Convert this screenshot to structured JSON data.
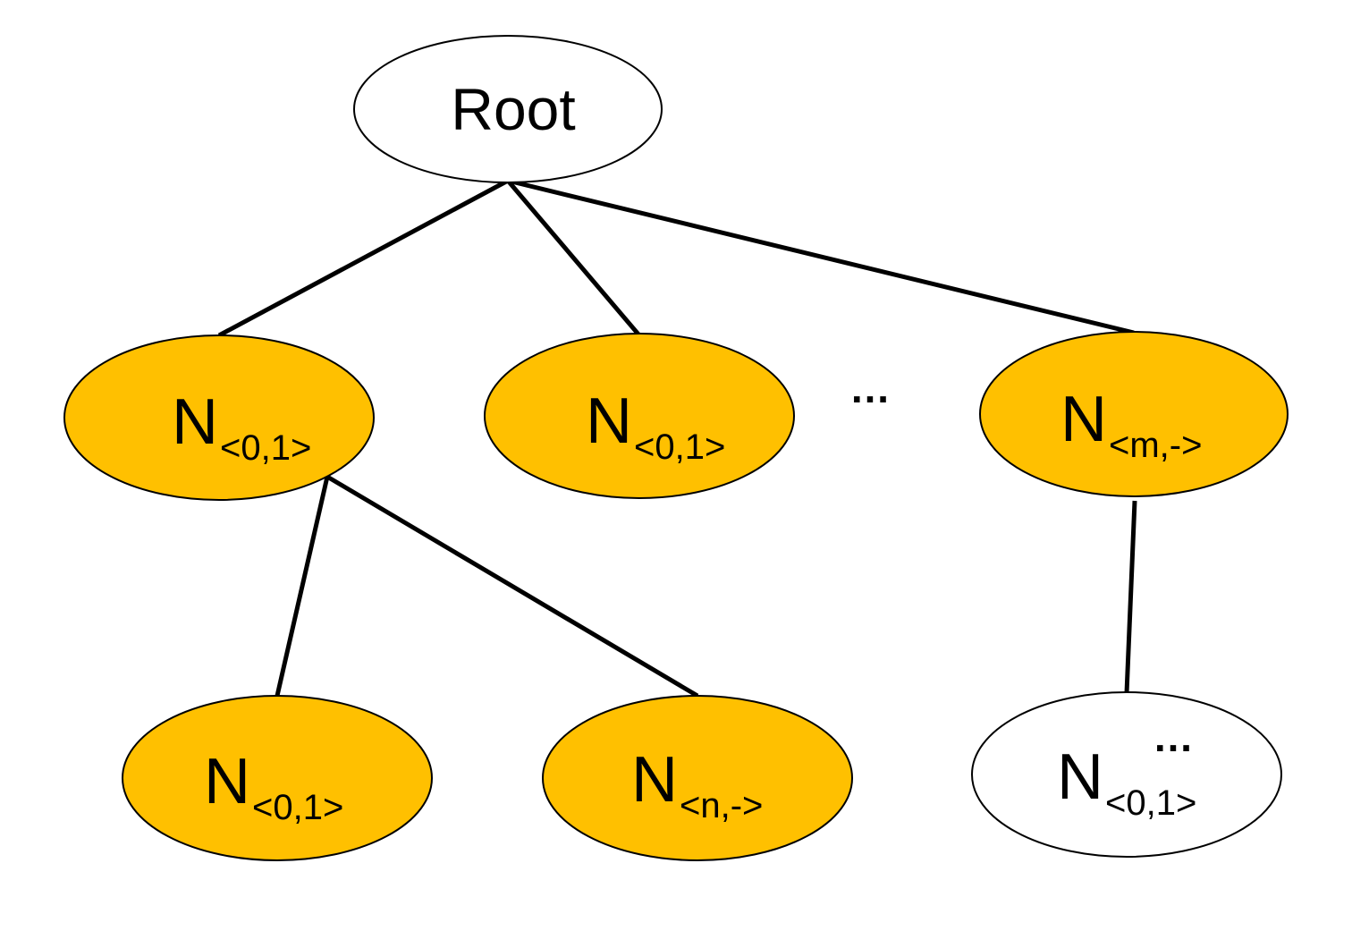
{
  "colors": {
    "filled": "#FFC000",
    "empty": "#FFFFFF",
    "stroke": "#000000"
  },
  "root": {
    "label": "Root"
  },
  "nodes": [
    {
      "id": "n-level1-a",
      "main": "N",
      "sub": "<0,1>",
      "fill": "filled"
    },
    {
      "id": "n-level1-b",
      "main": "N",
      "sub": "<0,1>",
      "fill": "filled"
    },
    {
      "id": "n-level1-c",
      "main": "N",
      "sub": "<m,->",
      "fill": "filled"
    },
    {
      "id": "n-level2-a",
      "main": "N",
      "sub": "<0,1>",
      "fill": "filled"
    },
    {
      "id": "n-level2-b",
      "main": "N",
      "sub": "<n,->",
      "fill": "filled"
    },
    {
      "id": "n-level2-c",
      "main": "N",
      "sub": "<0,1>",
      "fill": "empty"
    }
  ],
  "ellipsis": {
    "level1": "…",
    "level2": "…"
  }
}
